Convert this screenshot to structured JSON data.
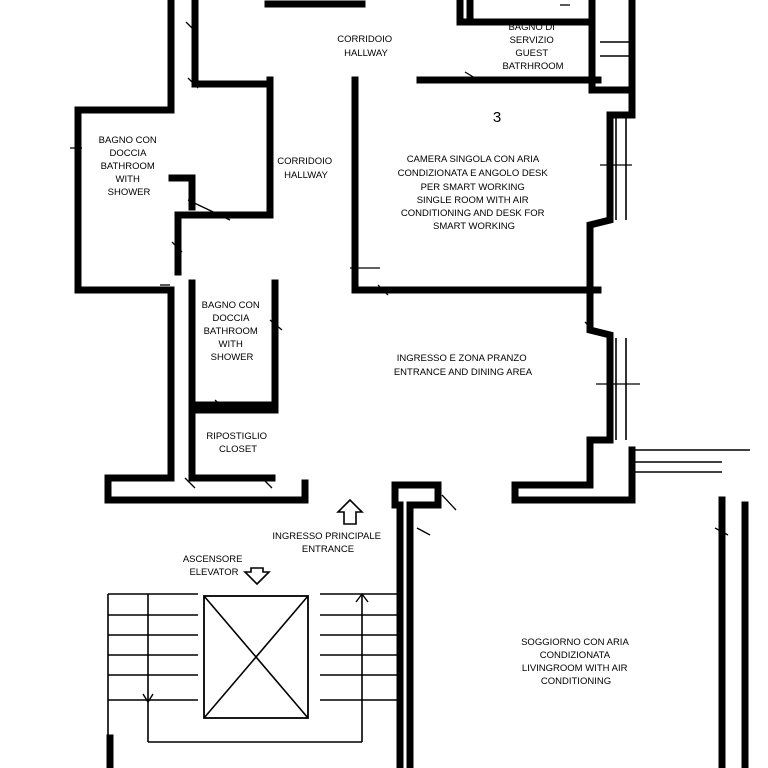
{
  "rooms": {
    "hallway_top": [
      "CORRIDOIO",
      "HALLWAY"
    ],
    "guest_bath": [
      "BAGNO DI",
      "SERVIZIO",
      "GUEST",
      "BATRHROOM"
    ],
    "bath_left": [
      "BAGNO CON",
      "DOCCIA",
      "BATHROOM",
      "WITH",
      "SHOWER"
    ],
    "hallway_mid": [
      "CORRIDOIO",
      "HALLWAY"
    ],
    "room_number": "3",
    "single_room": [
      "CAMERA SINGOLA CON ARIA",
      "CONDIZIONATA E ANGOLO  DESK",
      "PER SMART WORKING",
      "SINGLE ROOM WITH AIR",
      "CONDITIONING AND DESK FOR",
      "SMART WORKING"
    ],
    "bath_center": [
      "BAGNO CON",
      "DOCCIA",
      "BATHROOM",
      "WITH",
      "SHOWER"
    ],
    "entrance_dining": [
      "INGRESSO E ZONA PRANZO",
      "ENTRANCE AND DINING AREA"
    ],
    "closet": [
      "RIPOSTIGLIO",
      "CLOSET"
    ],
    "main_entrance": [
      "INGRESSO PRINCIPALE",
      "ENTRANCE"
    ],
    "elevator": [
      "ASCENSORE",
      "ELEVATOR"
    ],
    "living_room": [
      "SOGGIORNO CON ARIA",
      "CONDIZIONATA",
      "LIVINGROOM WITH AIR",
      "CONDITIONING"
    ]
  }
}
